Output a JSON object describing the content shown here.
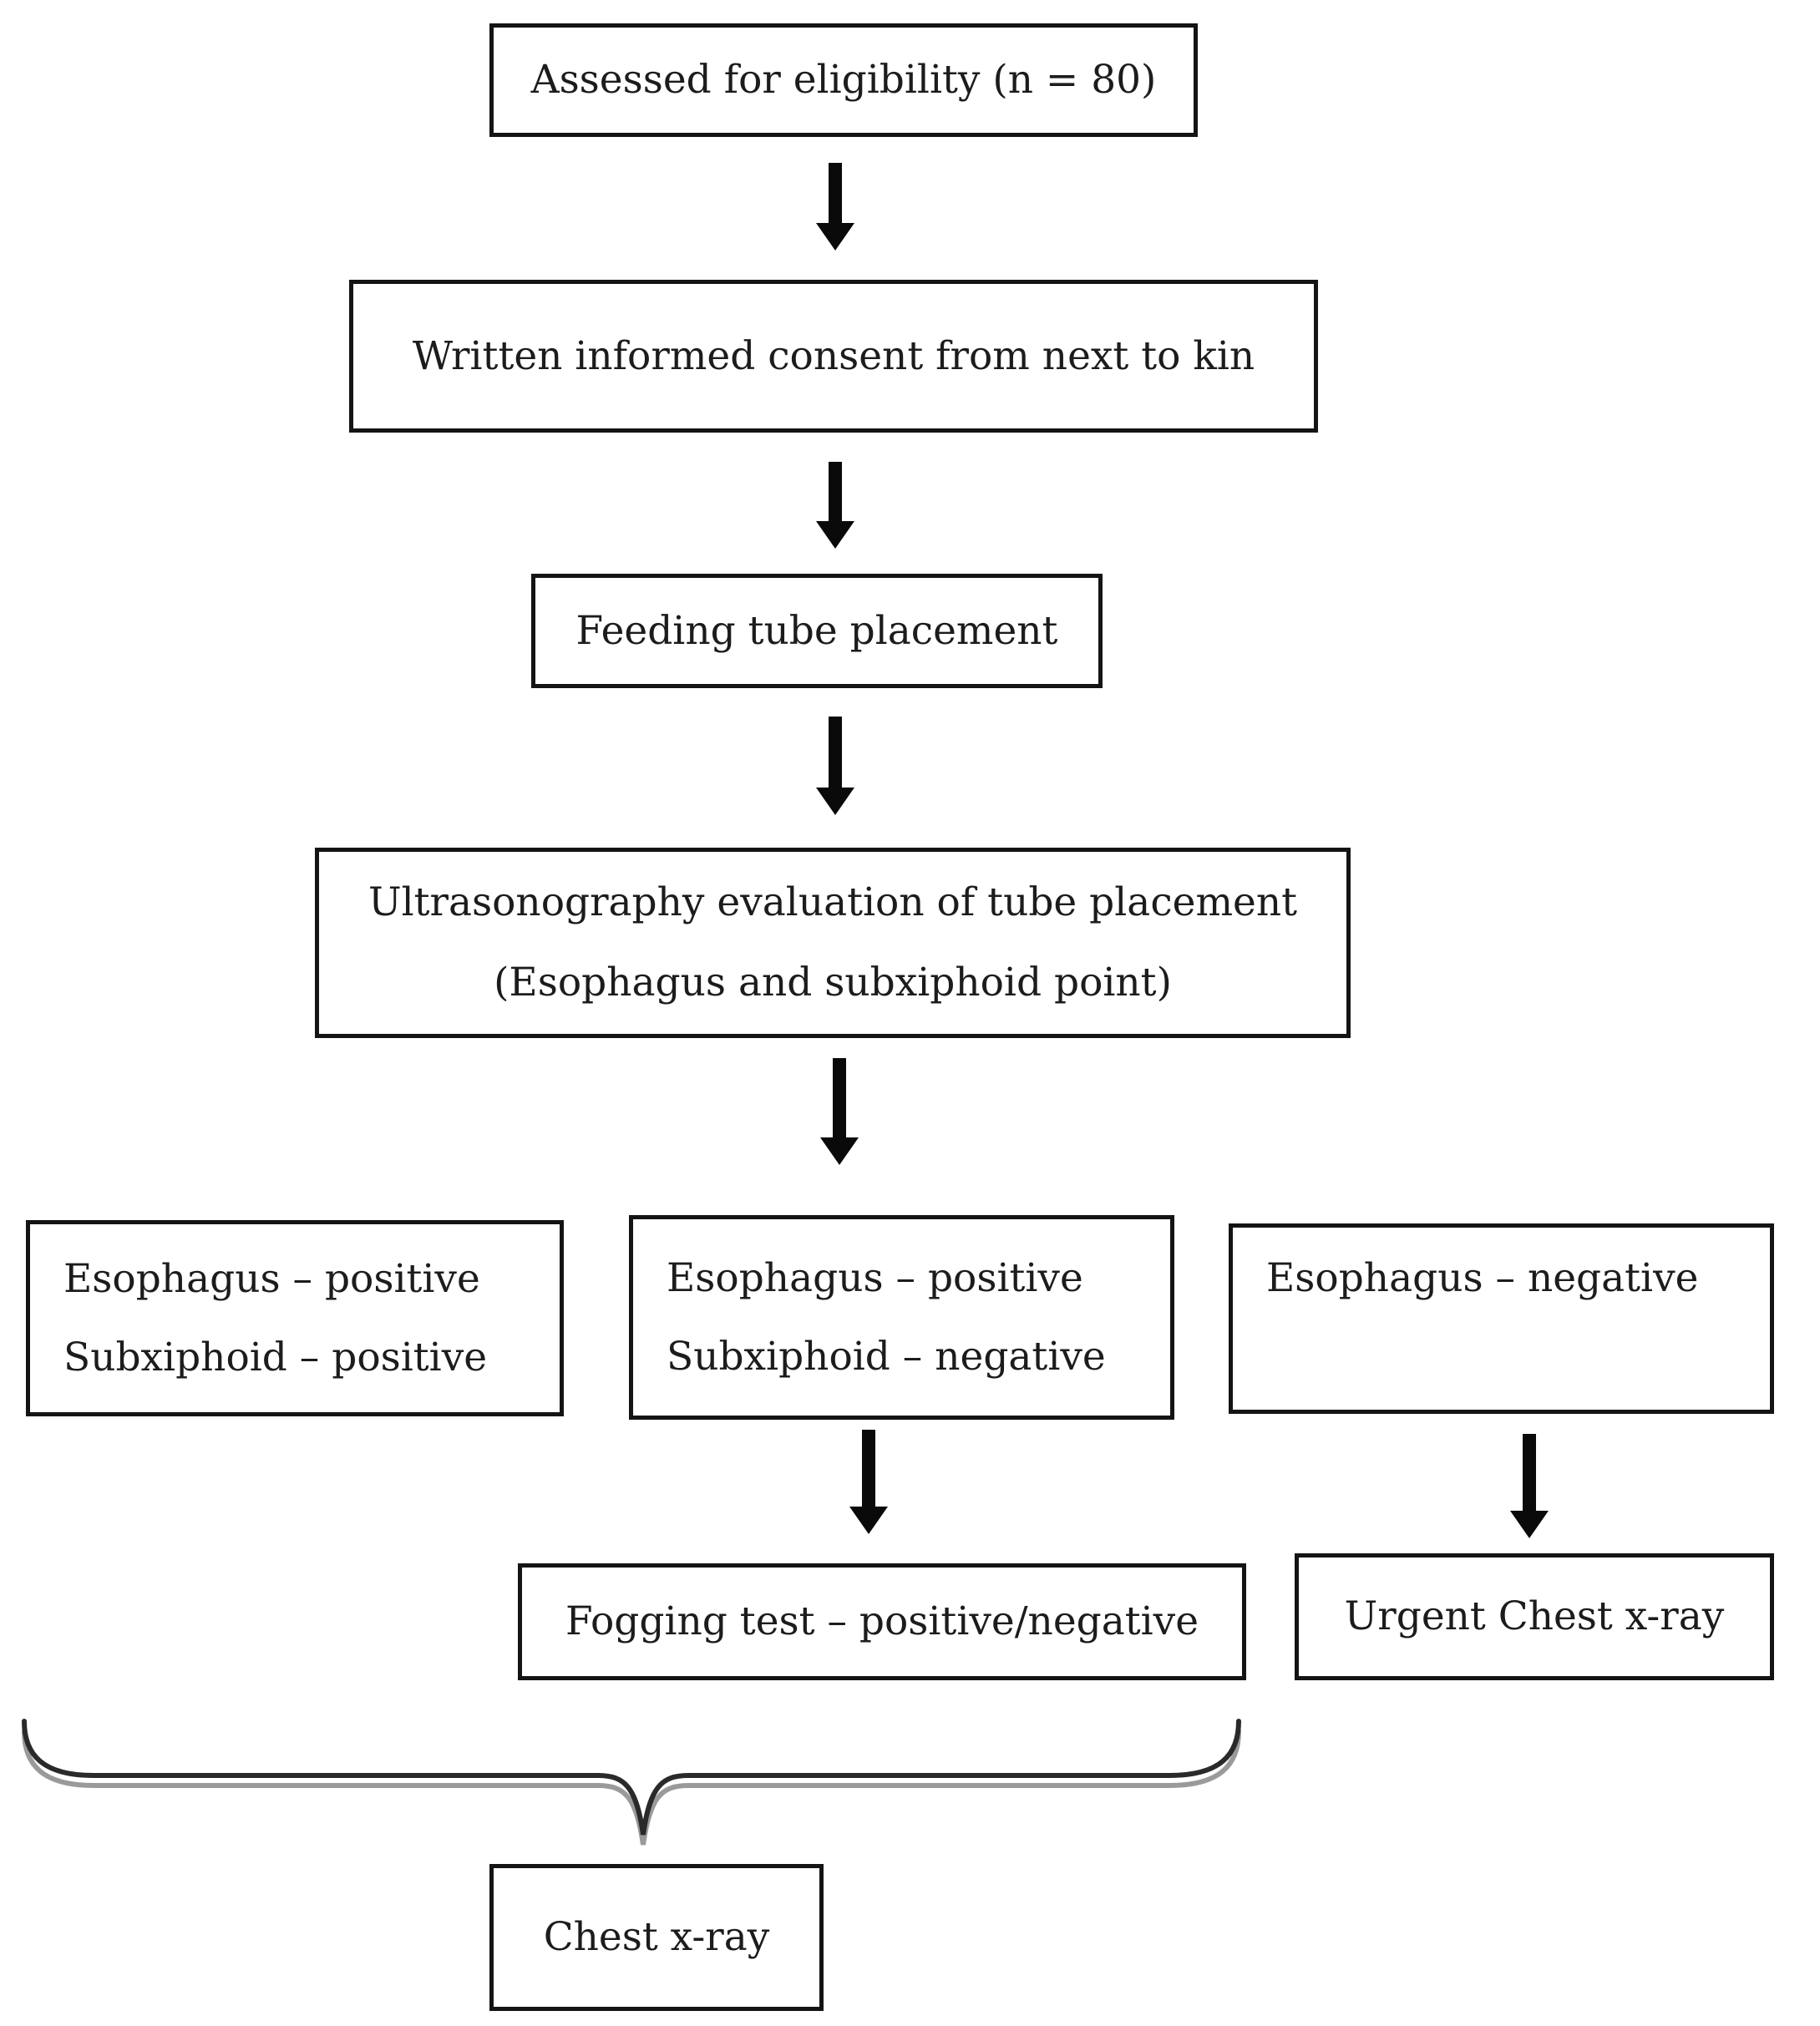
{
  "colors": {
    "background": "#ffffff",
    "box_border": "#141414",
    "text": "#1c1c1c",
    "arrow": "#0a0a0a",
    "brace": "#2a2a2a"
  },
  "diagram_type": "flowchart",
  "nodes": {
    "assessed": "Assessed for eligibility (n = 80)",
    "consent": "Written informed consent from next to kin",
    "feeding_tube": "Feeding tube placement",
    "ultrasound_line1": "Ultrasonography evaluation of tube placement",
    "ultrasound_line2": "(Esophagus and subxiphoid point)",
    "left_line1": "Esophagus – positive",
    "left_line2": "Subxiphoid – positive",
    "middle_line1": "Esophagus – positive",
    "middle_line2": "Subxiphoid – negative",
    "right_line1": "Esophagus – negative",
    "fogging": "Fogging test – positive/negative",
    "urgent_xray": "Urgent Chest x-ray",
    "chest_xray": "Chest x-ray"
  },
  "edges": [
    {
      "from": "assessed",
      "to": "consent"
    },
    {
      "from": "consent",
      "to": "feeding_tube"
    },
    {
      "from": "feeding_tube",
      "to": "ultrasound"
    },
    {
      "from": "ultrasound",
      "to": "outcome-row"
    },
    {
      "from": "middle_outcome",
      "to": "fogging"
    },
    {
      "from": "right_outcome",
      "to": "urgent_xray"
    },
    {
      "from": "brace-group",
      "to": "chest_xray"
    }
  ]
}
